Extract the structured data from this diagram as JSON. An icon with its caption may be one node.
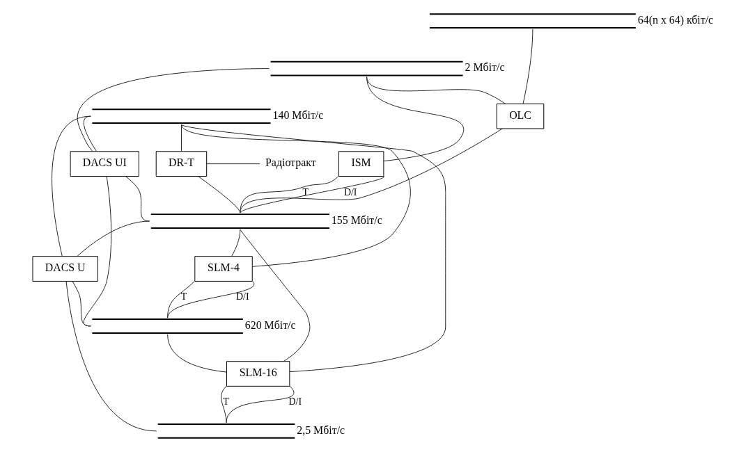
{
  "diagram": {
    "nodes": [
      {
        "text": [
          "64(n x 64) кбіт/с"
        ]
      },
      {
        "text": [
          "2 Мбіт/с"
        ]
      },
      {
        "text": [
          "140 Мбіт/с"
        ]
      },
      {
        "text": [
          "OLC"
        ]
      },
      {
        "text": [
          "ISM"
        ]
      },
      {
        "text": [
          "DACS UI"
        ]
      },
      {
        "text": [
          "DR-T"
        ]
      },
      {
        "text": [
          "Радіотракт"
        ]
      },
      {
        "text": [
          "155 Мбіт/с"
        ]
      },
      {
        "text": [
          "SLM-4"
        ]
      },
      {
        "text": [
          "DACS U"
        ]
      },
      {
        "text": [
          "620 Мбіт/с"
        ]
      },
      {
        "text": [
          "SLM-16"
        ]
      },
      {
        "text": [
          "2,5 Мбіт/с"
        ]
      }
    ],
    "edges": [
      {
        "from": 0,
        "to": 3,
        "arrow": "none"
      },
      {
        "from": 1,
        "to": 3,
        "arrow": "none"
      },
      {
        "from": 1,
        "to": 4,
        "arrow": "none"
      },
      {
        "from": 1,
        "to": 5,
        "arrow": "none"
      },
      {
        "from": 2,
        "to": 5,
        "arrow": "none"
      },
      {
        "from": 2,
        "to": 6,
        "arrow": "none"
      },
      {
        "from": 2,
        "to": 9,
        "arrow": "none"
      },
      {
        "from": 2,
        "to": 12,
        "arrow": "none"
      },
      {
        "from": 2,
        "to": 10,
        "arrow": "none"
      },
      {
        "from": 6,
        "to": 7,
        "arrow": "none"
      },
      {
        "from": 3,
        "to": 8,
        "arrow": "none"
      },
      {
        "from": 4,
        "to": 8,
        "arrow": "none",
        "label": "T"
      },
      {
        "from": 4,
        "to": 8,
        "arrow": "none",
        "label": "D/I"
      },
      {
        "from": 5,
        "to": 8,
        "arrow": "none"
      },
      {
        "from": 6,
        "to": 8,
        "arrow": "none"
      },
      {
        "from": 8,
        "to": 9,
        "arrow": "none"
      },
      {
        "from": 8,
        "to": 12,
        "arrow": "none"
      },
      {
        "from": 8,
        "to": 10,
        "arrow": "none"
      },
      {
        "from": 9,
        "to": 11,
        "arrow": "none",
        "label": "T"
      },
      {
        "from": 9,
        "to": 11,
        "arrow": "none",
        "label": "D/I"
      },
      {
        "from": 5,
        "to": 11,
        "arrow": "none"
      },
      {
        "from": 10,
        "to": 11,
        "arrow": "none"
      },
      {
        "from": 11,
        "to": 12,
        "arrow": "none"
      },
      {
        "from": 12,
        "to": 13,
        "arrow": "none",
        "label": "T"
      },
      {
        "from": 12,
        "to": 13,
        "arrow": "none",
        "label": "D/I"
      },
      {
        "from": 10,
        "to": 13,
        "arrow": "none"
      }
    ]
  }
}
